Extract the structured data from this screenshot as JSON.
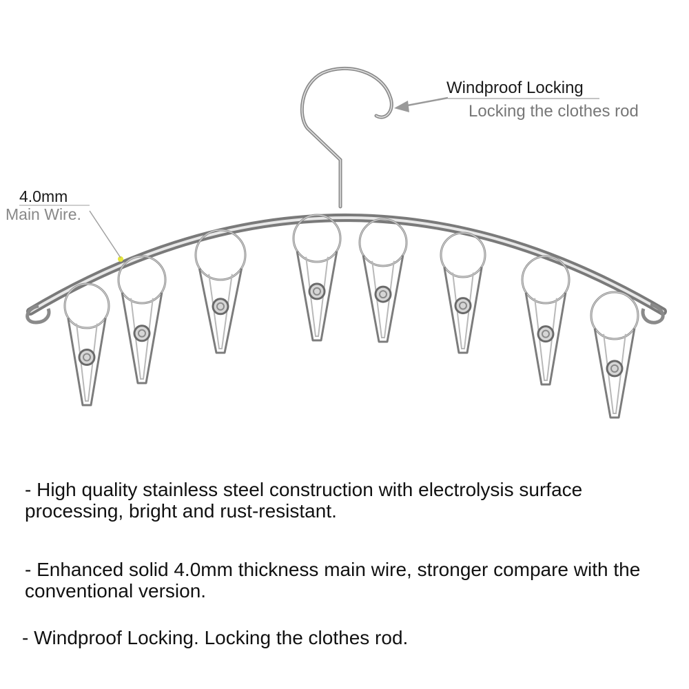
{
  "callouts": {
    "hook": {
      "title": "Windproof Locking",
      "subtitle": "Locking the clothes rod"
    },
    "wire": {
      "title": "4.0mm",
      "subtitle": "Main Wire."
    }
  },
  "features": [
    "- High quality stainless steel construction with electrolysis surface processing, bright and rust-resistant.",
    "- Enhanced solid 4.0mm thickness main wire, stronger compare with the conventional version.",
    "- Windproof Locking. Locking the clothes rod."
  ],
  "product": {
    "clip_count": 8,
    "colors": {
      "steel_light": "#e8e8e8",
      "steel_dark": "#7a7a7a",
      "highlight": "#e6e63a"
    }
  }
}
